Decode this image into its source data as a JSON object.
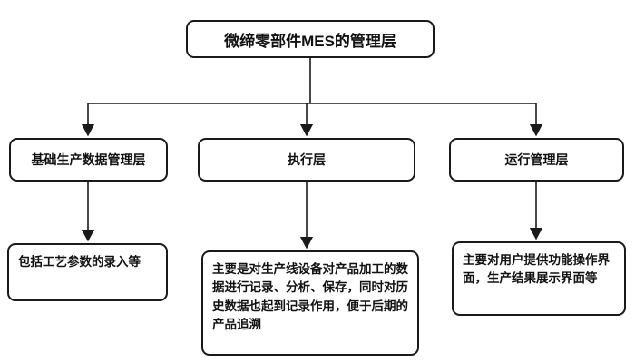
{
  "diagram": {
    "root_label": "微缔零部件MES的管理层",
    "branches": [
      {
        "title": "基础生产数据管理层",
        "description": "包括工艺参数的录入等"
      },
      {
        "title": "执行层",
        "description": "主要是对生产线设备对产品加工的数据进行记录、分析、保存，同时对历史数据也起到记录作用，便于后期的产品追溯"
      },
      {
        "title": "运行管理层",
        "description": "主要对用户提供功能操作界面，生产结果展示界面等"
      }
    ],
    "colors": {
      "border": "#1a1a1a",
      "background": "#ffffff",
      "text": "#111111"
    }
  }
}
